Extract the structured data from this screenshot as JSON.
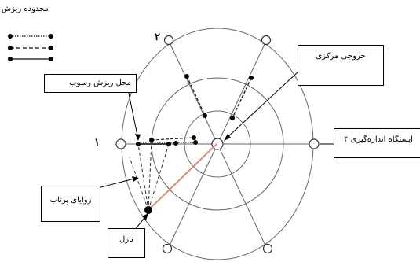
{
  "legend": {
    "title": "محدوده ریزش"
  },
  "labels": {
    "sediment_location": "محل ریزش رسوب",
    "central_outlet": "خروجی مرکزی",
    "station_4": "ایستگاه اندازه‌گیری  ۴",
    "throw_angles": "زوایای پرتاب",
    "nozzle": "نازل"
  },
  "station_numbers": {
    "station_1": "۱",
    "station_2": "۲"
  },
  "colors": {
    "nozzle_line": "#e8867a",
    "line": "#555555"
  }
}
